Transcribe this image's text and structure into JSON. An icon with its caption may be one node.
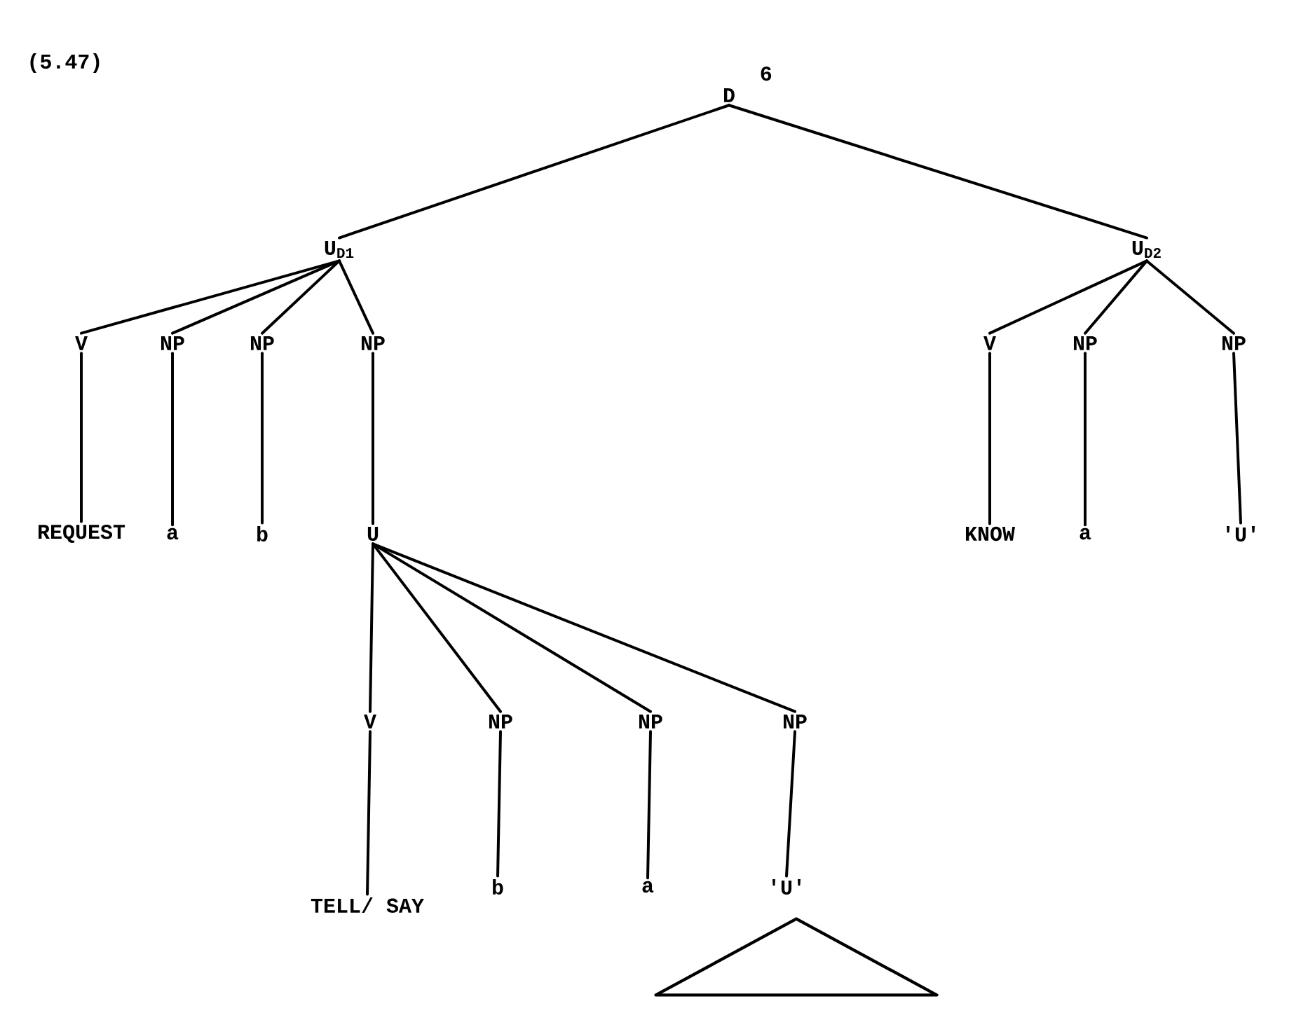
{
  "diagram": {
    "nodes": [
      {
        "text": [
          "D"
        ],
        "beside": [
          "6"
        ]
      },
      {
        "text": [
          "U$_{D1}$"
        ]
      },
      {
        "text": [
          "U$_{D2}$"
        ]
      },
      {
        "text": [
          "V"
        ]
      },
      {
        "text": [
          "NP"
        ]
      },
      {
        "text": [
          "NP"
        ]
      },
      {
        "text": [
          "NP"
        ]
      },
      {
        "text": [
          "V"
        ]
      },
      {
        "text": [
          "NP"
        ]
      },
      {
        "text": [
          "NP"
        ]
      },
      {
        "text": [
          "REQUEST"
        ]
      },
      {
        "text": [
          "a"
        ]
      },
      {
        "text": [
          "b"
        ]
      },
      {
        "text": [
          "U"
        ]
      },
      {
        "text": [
          "KNOW"
        ]
      },
      {
        "text": [
          "a"
        ]
      },
      {
        "text": [
          "'U'"
        ]
      },
      {
        "text": [
          "V"
        ]
      },
      {
        "text": [
          "NP"
        ]
      },
      {
        "text": [
          "NP"
        ]
      },
      {
        "text": [
          "NP"
        ]
      },
      {
        "text": [
          "TELL/ SAY"
        ]
      },
      {
        "text": [
          "b"
        ]
      },
      {
        "text": [
          "a"
        ]
      },
      {
        "text": [
          "'U'"
        ]
      },
      {
        "text": [],
        "shape": "triangle"
      }
    ],
    "edges": [
      {
        "from": 0,
        "to": 1,
        "arrow": "none"
      },
      {
        "from": 0,
        "to": 2,
        "arrow": "none"
      },
      {
        "from": 1,
        "to": 3,
        "arrow": "none"
      },
      {
        "from": 1,
        "to": 4,
        "arrow": "none"
      },
      {
        "from": 1,
        "to": 5,
        "arrow": "none"
      },
      {
        "from": 1,
        "to": 6,
        "arrow": "none"
      },
      {
        "from": 2,
        "to": 7,
        "arrow": "none"
      },
      {
        "from": 2,
        "to": 8,
        "arrow": "none"
      },
      {
        "from": 2,
        "to": 9,
        "arrow": "none"
      },
      {
        "from": 3,
        "to": 10,
        "arrow": "none"
      },
      {
        "from": 4,
        "to": 11,
        "arrow": "none"
      },
      {
        "from": 5,
        "to": 12,
        "arrow": "none"
      },
      {
        "from": 6,
        "to": 13,
        "arrow": "none"
      },
      {
        "from": 7,
        "to": 14,
        "arrow": "none"
      },
      {
        "from": 8,
        "to": 15,
        "arrow": "none"
      },
      {
        "from": 9,
        "to": 16,
        "arrow": "none"
      },
      {
        "from": 13,
        "to": 17,
        "arrow": "none"
      },
      {
        "from": 13,
        "to": 18,
        "arrow": "none"
      },
      {
        "from": 13,
        "to": 19,
        "arrow": "none"
      },
      {
        "from": 13,
        "to": 20,
        "arrow": "none"
      },
      {
        "from": 17,
        "to": 21,
        "arrow": "none"
      },
      {
        "from": 18,
        "to": 22,
        "arrow": "none"
      },
      {
        "from": 19,
        "to": 23,
        "arrow": "none"
      },
      {
        "from": 20,
        "to": 24,
        "arrow": "none"
      }
    ],
    "labels": [
      "(5.47)"
    ]
  }
}
